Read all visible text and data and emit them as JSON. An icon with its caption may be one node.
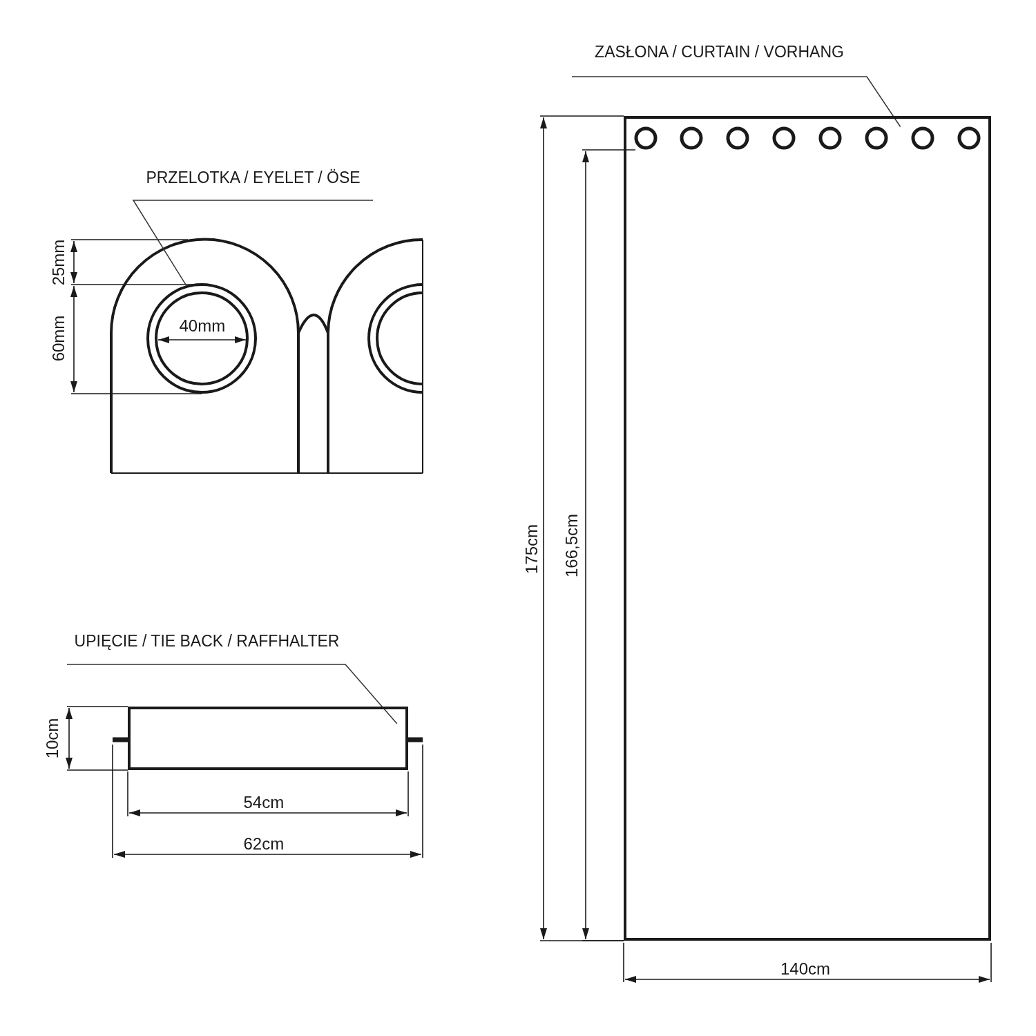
{
  "diagram": {
    "nodes": [
      {
        "text": [
          "PRZELOTKA / EYELET / ÖSE"
        ]
      },
      {
        "text": [],
        "shape": "circle"
      },
      {
        "text": [
          "UPIĘCIE / TIE BACK / RAFFHALTER"
        ]
      },
      {
        "text": [],
        "shape": "box"
      },
      {
        "text": [
          "ZASŁONA / CURTAIN / VORHANG"
        ]
      },
      {
        "text": [],
        "shape": "box"
      }
    ],
    "edges": [
      {
        "from": 0,
        "to": 1,
        "arrow": "none"
      },
      {
        "from": 2,
        "to": 3,
        "arrow": "none"
      },
      {
        "from": 4,
        "to": 5,
        "arrow": "none"
      }
    ],
    "labels": [
      "25mm",
      "40mm",
      "60mm",
      "175cm",
      "166,5cm",
      "10cm",
      "54cm",
      "62cm",
      "140cm"
    ]
  }
}
